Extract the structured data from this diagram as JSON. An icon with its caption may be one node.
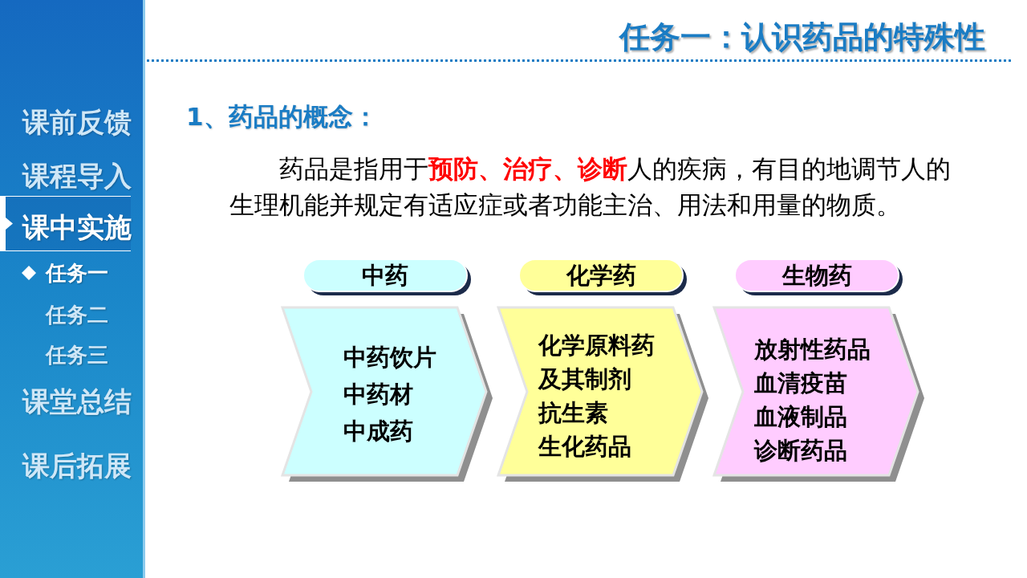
{
  "diagram": {
    "title": "任务一：认识药品的特殊性",
    "nodes": [
      {
        "text": [
          "中药"
        ]
      },
      {
        "text": [
          "化学药"
        ]
      },
      {
        "text": [
          "生物药"
        ]
      },
      {
        "text": [
          "中药饮片",
          "中药材",
          "中成药"
        ]
      },
      {
        "text": [
          "化学原料药及其制剂",
          "抗生素",
          "生化药品"
        ]
      },
      {
        "text": [
          "放射性药品",
          "血清疫苗",
          "血液制品",
          "诊断药品"
        ]
      }
    ],
    "labels": [
      "课前反馈",
      "课程导入",
      "课中实施",
      "任务一",
      "任务二",
      "任务三",
      "课堂总结",
      "课后拓展",
      "1、药品的概念：",
      "药品是指用于**预防、治疗、诊断**人的疾病，有目的地调节人的生理机能并规定有适应症或者功能主治、用法和用量的物质。"
    ]
  }
}
